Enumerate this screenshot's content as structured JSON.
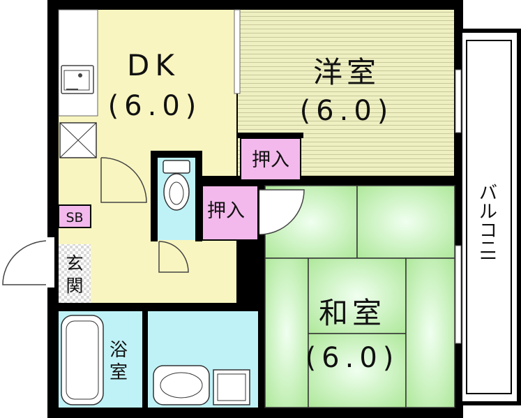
{
  "rooms": {
    "dk": {
      "name": "DK",
      "size": "(6.0)",
      "color": "#f8f5c0"
    },
    "western": {
      "name": "洋室",
      "size": "(6.0)",
      "color": "#eef0c2"
    },
    "japanese": {
      "name": "和室",
      "size": "(6.0)",
      "color": "#c8f0b0"
    },
    "bath": {
      "name": "浴室",
      "color": "#bff2f7"
    },
    "washroom": {
      "color": "#bff2f7"
    },
    "toilet": {
      "color": "#bff2f7"
    }
  },
  "closets": {
    "closet_top": {
      "label": "押入",
      "color": "#f3b9ec"
    },
    "closet_mid": {
      "label": "押入",
      "color": "#f3b9ec"
    },
    "shoebox": {
      "label": "SB",
      "color": "#f3b9ec"
    }
  },
  "entrance": {
    "label": "玄関"
  },
  "balcony": {
    "label": "バルコニー"
  }
}
